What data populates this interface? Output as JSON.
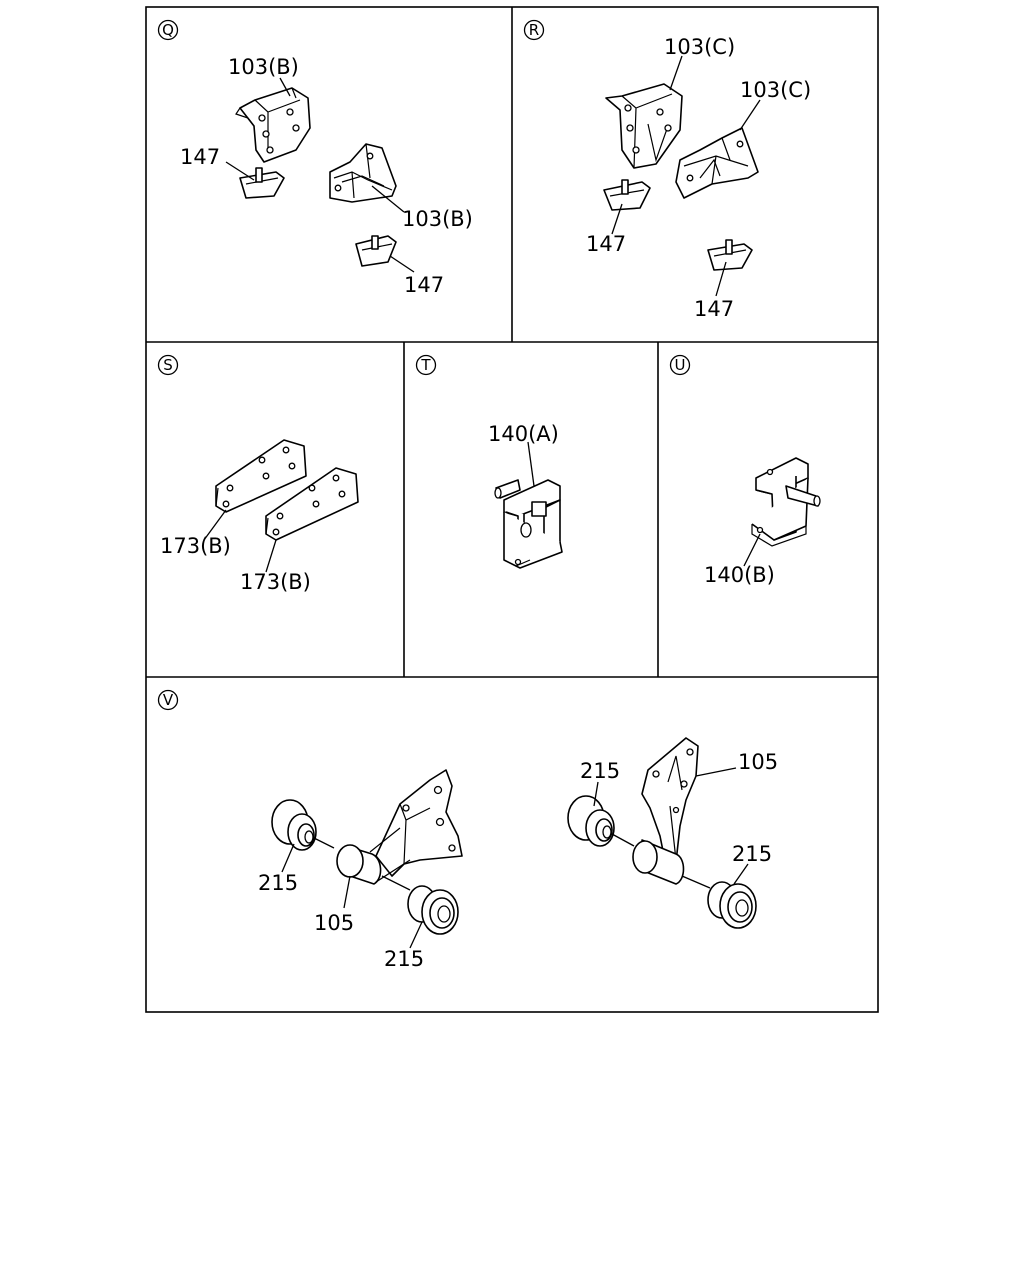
{
  "sections": [
    {
      "id": "Q",
      "labels": [
        "103(B)",
        "147",
        "103(B)",
        "147"
      ]
    },
    {
      "id": "R",
      "labels": [
        "103(C)",
        "103(C)",
        "147",
        "147"
      ]
    },
    {
      "id": "S",
      "labels": [
        "173(B)",
        "173(B)"
      ]
    },
    {
      "id": "T",
      "labels": [
        "140(A)"
      ]
    },
    {
      "id": "U",
      "labels": [
        "140(B)"
      ]
    },
    {
      "id": "V",
      "labels": [
        "215",
        "105",
        "215",
        "215",
        "105",
        "215"
      ]
    }
  ]
}
